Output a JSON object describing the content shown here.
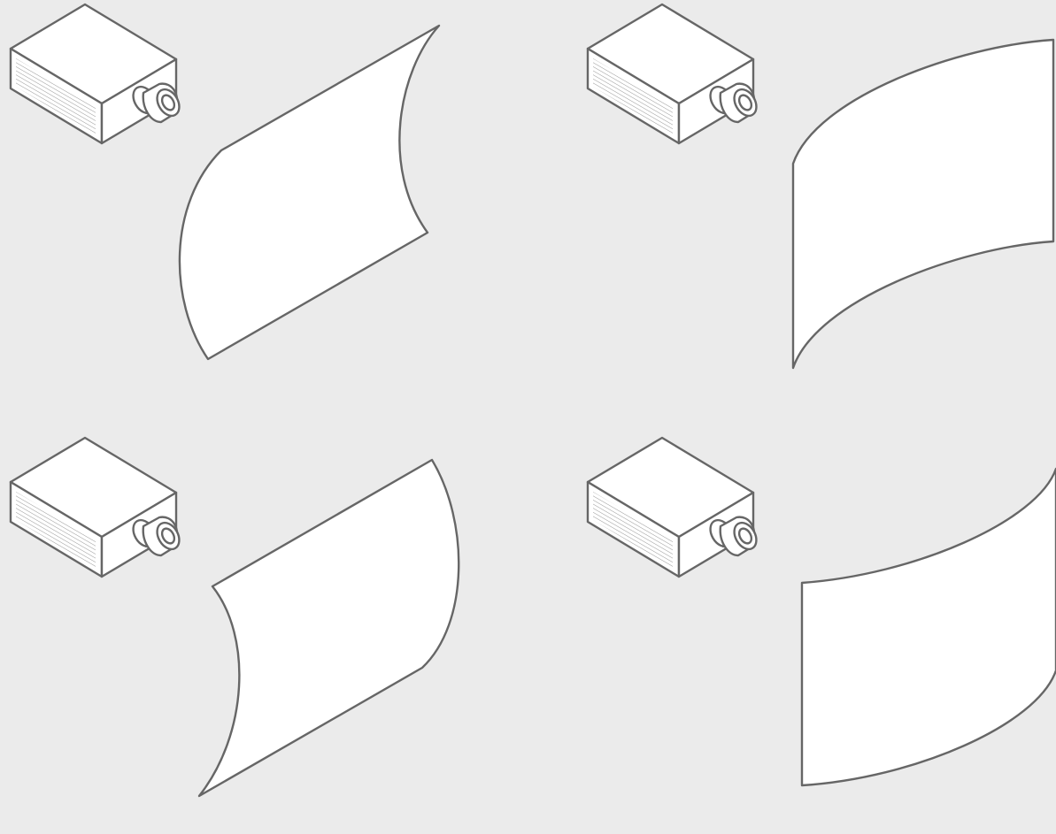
{
  "figure": {
    "panels": [
      {
        "id": "a",
        "projector_icon": "projector-icon",
        "screen_icon": "curved-screen-icon",
        "curvature": "horizontal-convex"
      },
      {
        "id": "b",
        "projector_icon": "projector-icon",
        "screen_icon": "curved-screen-icon",
        "curvature": "vertical-concave"
      },
      {
        "id": "c",
        "projector_icon": "projector-icon",
        "screen_icon": "curved-screen-icon",
        "curvature": "horizontal-concave"
      },
      {
        "id": "d",
        "projector_icon": "projector-icon",
        "screen_icon": "curved-screen-icon",
        "curvature": "vertical-convex"
      }
    ],
    "colors": {
      "background": "#ebebeb",
      "stroke": "#666666",
      "fill": "#ffffff"
    }
  }
}
